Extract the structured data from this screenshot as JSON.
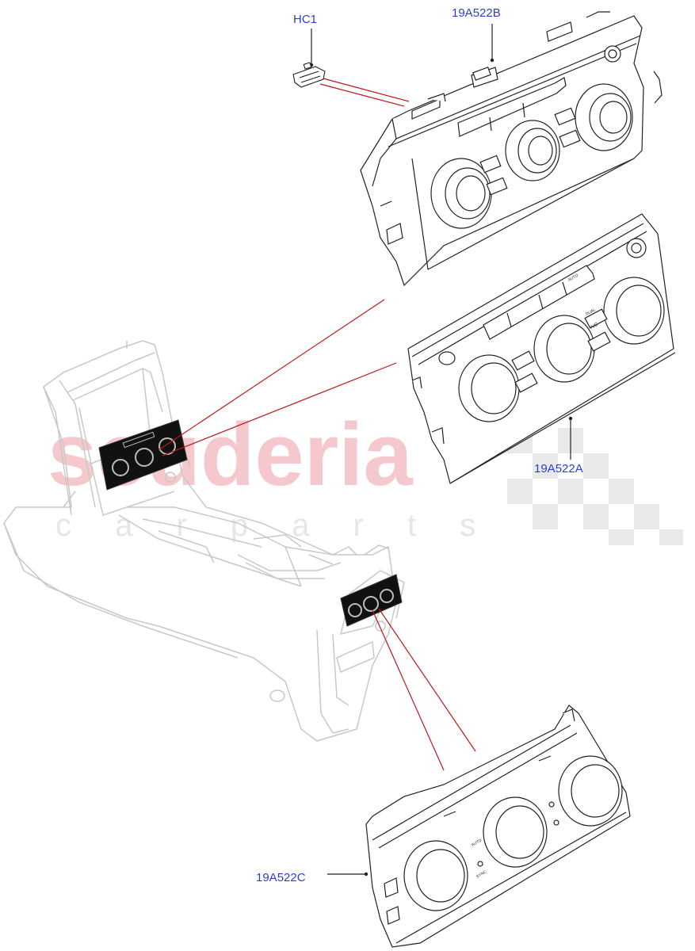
{
  "watermark": {
    "brand": "scuderia",
    "tagline": "c a r   p a r t s",
    "color": "#f4c8cc"
  },
  "callouts": [
    {
      "id": "hc1",
      "text": "HC1"
    },
    {
      "id": "19a522b",
      "text": "19A522B"
    },
    {
      "id": "19a522a",
      "text": "19A522A"
    },
    {
      "id": "19a522c",
      "text": "19A522C"
    }
  ],
  "panel_buttons": {
    "auto": "AUTO",
    "sync": "SYNC",
    "dual": "DUAL",
    "ac": "A/C"
  },
  "colors": {
    "callout_text": "#2a3fd4",
    "leader_line": "#c0161c",
    "part_outline": "#222222",
    "console_outline": "#c8c8c8"
  }
}
